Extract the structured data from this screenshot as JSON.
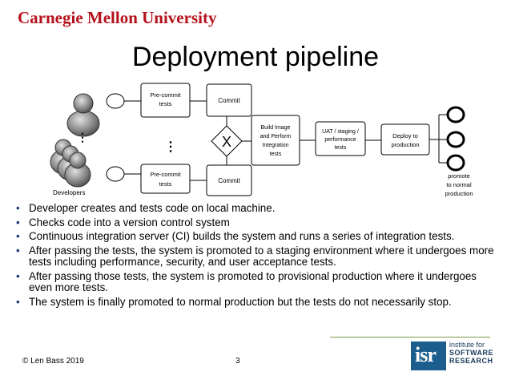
{
  "header": {
    "institution": "Carnegie Mellon University"
  },
  "slide": {
    "title": "Deployment pipeline",
    "footer_left": "© Len Bass 2019",
    "page_number": "3"
  },
  "diagram": {
    "precommit_top": [
      "Pre-commit",
      "tests"
    ],
    "precommit_bottom": [
      "Pre-commit",
      "tests"
    ],
    "commit_top": "Commit",
    "commit_bottom": "Commit",
    "gateway": "X",
    "build": [
      "Build Image",
      "and Perform",
      "Integration",
      "tests"
    ],
    "uat": [
      "UAT / staging /",
      "performance",
      "tests"
    ],
    "deploy": [
      "Deploy to",
      "production"
    ],
    "promote": [
      "promote",
      "to normal",
      "production"
    ],
    "developers": "Developers",
    "colors": {
      "line": "#000000",
      "accent": "#b5121b"
    }
  },
  "bullets": [
    "Developer creates and tests code on local machine.",
    "Checks code into a version control system",
    "Continuous integration server (CI) builds the system and runs a series of integration tests.",
    "After passing the tests, the system is promoted to a staging environment where it undergoes more tests including performance, security, and user acceptance tests.",
    "After passing those tests, the system is promoted to provisional production where it undergoes even more tests.",
    "The system is finally promoted to normal production but the tests do not necessarily stop."
  ],
  "logo": {
    "mark": "isr",
    "line1": "institute for",
    "line2": "SOFTWARE",
    "line3": "RESEARCH",
    "color": "#1b5e8d"
  }
}
